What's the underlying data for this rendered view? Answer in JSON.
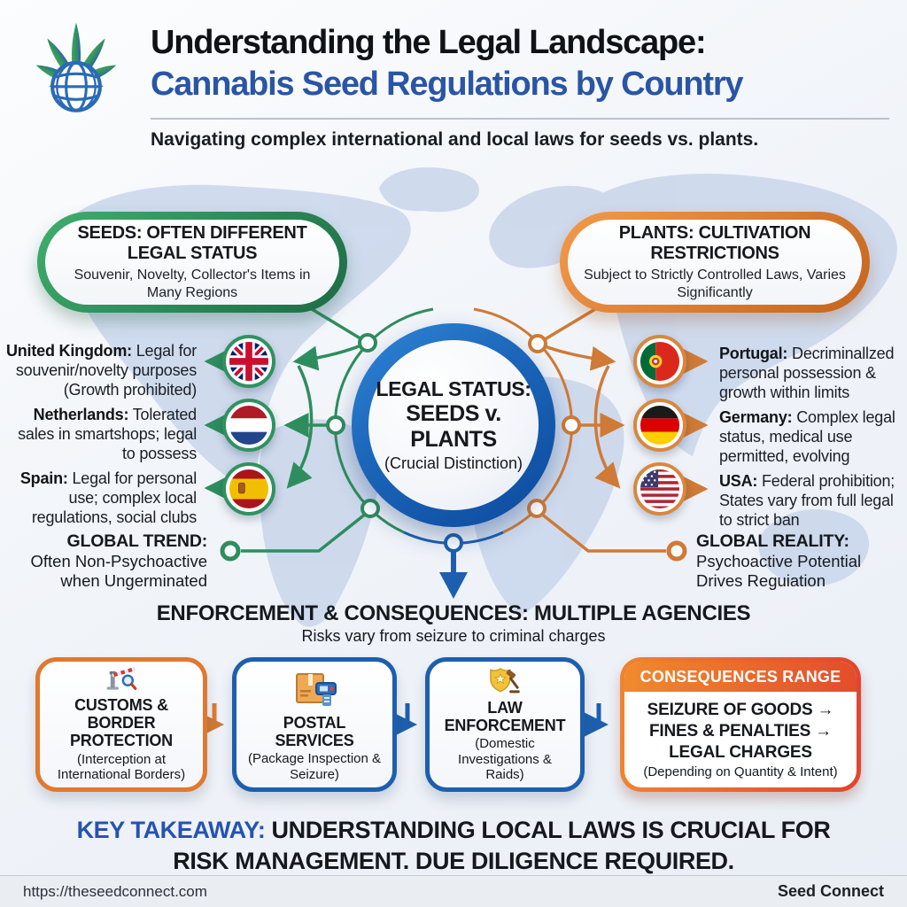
{
  "header": {
    "title_line1": "Understanding the Legal Landscape:",
    "title_line2": "Cannabis Seed Regulations by Country",
    "subtitle": "Navigating complex international and local laws for seeds vs. plants."
  },
  "seeds_pill": {
    "title": "SEEDS: OFTEN DIFFERENT LEGAL STATUS",
    "subtitle": "Souvenir, Novelty, Collector's Items in Many Regions"
  },
  "plants_pill": {
    "title": "PLANTS: CULTIVATION RESTRICTIONS",
    "subtitle": "Subject to Strictly Controlled Laws, Varies Significantly"
  },
  "center_hub": {
    "line1": "LEGAL STATUS:",
    "line2": "SEEDS v. PLANTS",
    "line3": "(Crucial Distinction)"
  },
  "left_countries": [
    {
      "label": "United Kingdom:",
      "text": "Legal for souvenir/novelty purposes (Growth prohibited)",
      "flag": "uk-flag-icon"
    },
    {
      "label": "Netherlands:",
      "text": "Tolerated sales in smartshops; legal to possess",
      "flag": "netherlands-flag-icon"
    },
    {
      "label": "Spain:",
      "text": "Legal for personal use; complex local regulations, social clubs",
      "flag": "spain-flag-icon"
    }
  ],
  "right_countries": [
    {
      "label": "Portugal:",
      "text": "Decriminallzed personal possession & growth within limits",
      "flag": "portugal-flag-icon"
    },
    {
      "label": "Germany:",
      "text": "Complex legal status, medical use permitted, evolving",
      "flag": "germany-flag-icon"
    },
    {
      "label": "USA:",
      "text": "Federal prohibition; States vary from full legal to strict ban",
      "flag": "usa-flag-icon"
    }
  ],
  "global_trend": {
    "label": "GLOBAL TREND:",
    "text": "Often Non-Psychoactive when Ungerminated"
  },
  "global_reality": {
    "label": "GLOBAL REALITY:",
    "text": "Psychoactive Potential Drives Reguiation"
  },
  "enforcement": {
    "title": "ENFORCEMENT & CONSEQUENCES: MULTIPLE AGENCIES",
    "subtitle": "Risks vary from seizure to criminal charges"
  },
  "agencies": [
    {
      "title": "CUSTOMS & BORDER PROTECTION",
      "subtitle": "(Interception at International Borders)",
      "icon": "customs-barrier-magnifier-icon"
    },
    {
      "title": "POSTAL SERVICES",
      "subtitle": "(Package Inspection & Seizure)",
      "icon": "postal-package-scanner-icon"
    },
    {
      "title": "LAW ENFORCEMENT",
      "subtitle": "(Domestic Investigations & Raids)",
      "icon": "law-badge-gavel-icon"
    }
  ],
  "consequences": {
    "header": "CONSEQUENCES RANGE",
    "line1": "SEIZURE OF GOODS →",
    "line2": "FINES & PENALTIES →",
    "line3": "LEGAL CHARGES",
    "subtitle": "(Depending on Quantity & Intent)"
  },
  "takeaway": {
    "label": "KEY TAKEAWAY:",
    "text": "UNDERSTANDING LOCAL LAWS IS CRUCIAL FOR RISK MANAGEMENT. DUE DILIGENCE REQUIRED."
  },
  "footer": {
    "url": "https://theseedconnect.com",
    "brand": "Seed Connect"
  },
  "icons": {
    "logo": [
      "cannabis-leaf-icon",
      "globe-icon"
    ],
    "hub_arrow": "down-arrow-icon"
  },
  "colors": {
    "seeds_green": "#2e8d5d",
    "plants_orange": "#d9793a",
    "hub_blue": "#1b64b8",
    "title_blue": "#2a55a5",
    "consequence_gradient": [
      "#ef8430",
      "#e2452f"
    ],
    "map_fill": "#c7d4ea"
  }
}
